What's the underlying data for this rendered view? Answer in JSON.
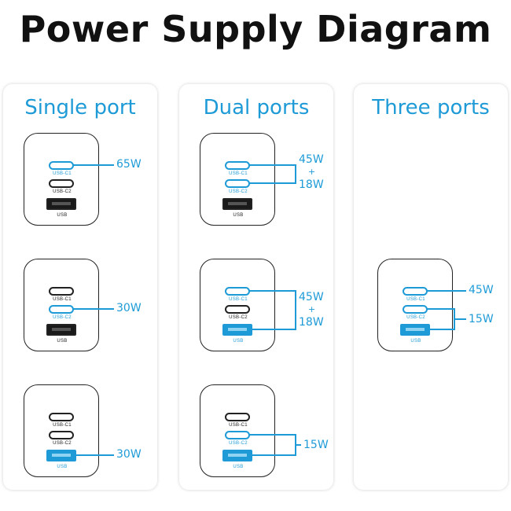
{
  "title": "Power Supply Diagram",
  "panels": [
    {
      "title": "Single port",
      "configs": [
        {
          "ports": [
            "USB-C1",
            "USB-C2",
            "USB"
          ],
          "active": [
            "USB-C1"
          ],
          "output": [
            "65W"
          ]
        },
        {
          "ports": [
            "USB-C1",
            "USB-C2",
            "USB"
          ],
          "active": [
            "USB-C2"
          ],
          "output": [
            "30W"
          ]
        },
        {
          "ports": [
            "USB-C1",
            "USB-C2",
            "USB"
          ],
          "active": [
            "USB"
          ],
          "output": [
            "30W"
          ]
        }
      ]
    },
    {
      "title": "Dual ports",
      "configs": [
        {
          "ports": [
            "USB-C1",
            "USB-C2",
            "USB"
          ],
          "active": [
            "USB-C1",
            "USB-C2"
          ],
          "output": [
            "45W",
            "+",
            "18W"
          ]
        },
        {
          "ports": [
            "USB-C1",
            "USB-C2",
            "USB"
          ],
          "active": [
            "USB-C1",
            "USB"
          ],
          "output": [
            "45W",
            "+",
            "18W"
          ]
        },
        {
          "ports": [
            "USB-C1",
            "USB-C2",
            "USB"
          ],
          "active": [
            "USB-C2",
            "USB"
          ],
          "output": [
            "15W"
          ]
        }
      ]
    },
    {
      "title": "Three ports",
      "configs": [
        {
          "ports": [
            "USB-C1",
            "USB-C2",
            "USB"
          ],
          "active": [
            "USB-C1",
            "USB-C2",
            "USB"
          ],
          "output": [
            "45W",
            "15W"
          ]
        }
      ]
    }
  ],
  "colors": {
    "accent": "#1e9bd7",
    "outline": "#222222"
  }
}
